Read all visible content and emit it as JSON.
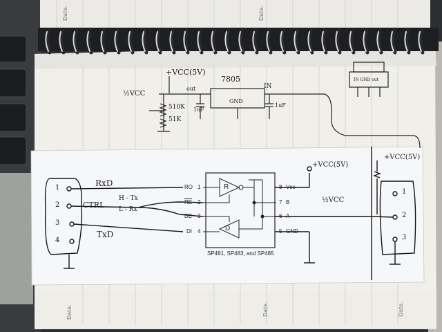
{
  "notebook": {
    "date_label": "Date."
  },
  "regulator_section": {
    "vcc_label": "+VCC(5V)",
    "half_vcc_label": "½VCC",
    "out_label": "out",
    "in_label": "IN",
    "gnd_label": "GND",
    "cap_left_label": "1uF",
    "cap_right_label": "1uF",
    "r_top_label": "510K",
    "r_bottom_label": "51K",
    "vreg_part_label": "7805",
    "ic_pin_labels": "IN GND out"
  },
  "chip": {
    "pins_left": [
      {
        "name": "RO",
        "num": "1"
      },
      {
        "name": "RE",
        "num": "2"
      },
      {
        "name": "DE",
        "num": "3"
      },
      {
        "name": "DI",
        "num": "4"
      }
    ],
    "pins_right": [
      {
        "num": "8",
        "name": "Vcc"
      },
      {
        "num": "7",
        "name": "B"
      },
      {
        "num": "6",
        "name": "A"
      },
      {
        "num": "5",
        "name": "GND"
      }
    ],
    "receiver_label": "R",
    "driver_label": "D",
    "caption": "SP481, SP483, and SP485"
  },
  "annotations": {
    "rxd": "RxD",
    "ctrl": "CTRL",
    "ctrl_h": "H - Tx",
    "ctrl_l": "L - Rx",
    "txd": "TxD",
    "vcc_chip": "+VCC(5V)",
    "half_vcc_b": "½VCC",
    "vcc_conn": "+VCC(5V)"
  },
  "left_connector_pins": [
    "1",
    "2",
    "3",
    "4"
  ],
  "right_connector_pins": [
    "1",
    "2",
    "3"
  ]
}
